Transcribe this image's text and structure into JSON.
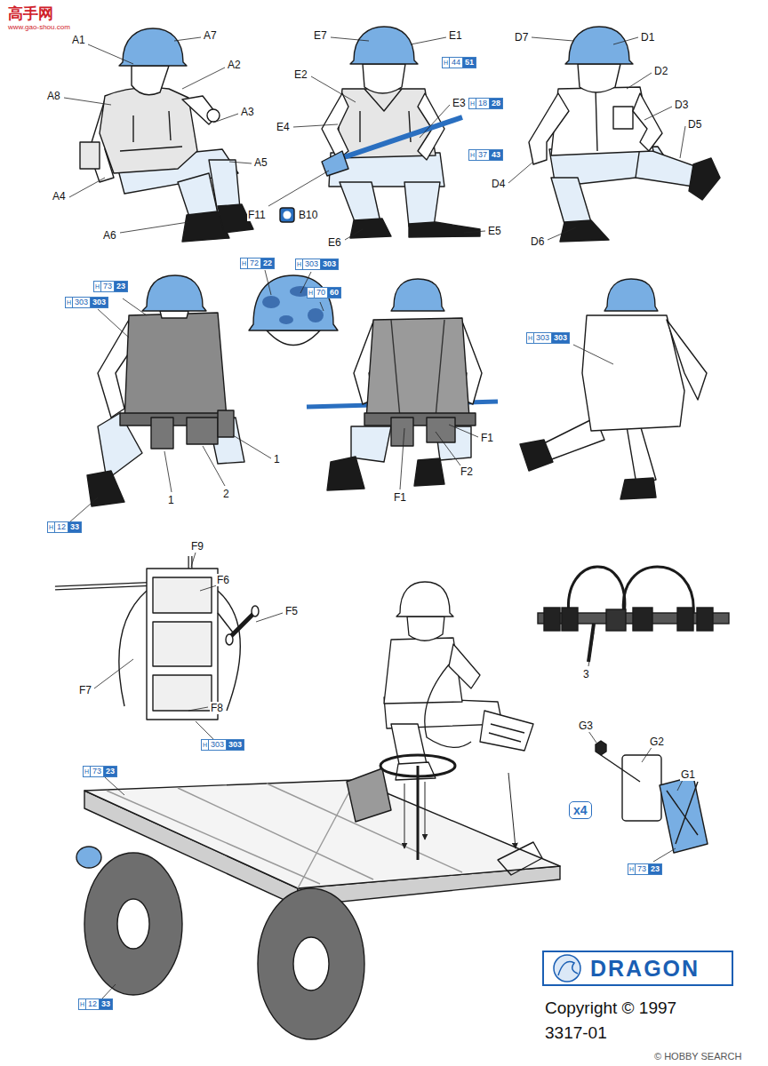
{
  "diagram": {
    "nodes": [
      {
        "text": [
          "H",
          "44",
          "51"
        ]
      },
      {
        "text": [
          "H",
          "18",
          "28"
        ]
      },
      {
        "text": [
          "H",
          "37",
          "43"
        ]
      },
      {
        "text": [
          "H",
          "72",
          "22"
        ]
      },
      {
        "text": [
          "H",
          "303",
          "303"
        ]
      },
      {
        "text": [
          "H",
          "73",
          "23"
        ]
      },
      {
        "text": [
          "H",
          "70",
          "60"
        ]
      },
      {
        "text": [
          "H",
          "303",
          "303"
        ]
      },
      {
        "text": [
          "H",
          "303",
          "303"
        ]
      },
      {
        "text": [
          "H",
          "12",
          "33"
        ]
      },
      {
        "text": [
          "H",
          "303",
          "303"
        ]
      },
      {
        "text": [
          "H",
          "73",
          "23"
        ]
      },
      {
        "text": [
          "x4"
        ]
      },
      {
        "text": [
          "H",
          "73",
          "23"
        ]
      },
      {
        "text": [
          "DRAGON"
        ]
      },
      {
        "text": [
          "H",
          "12",
          "33"
        ]
      }
    ],
    "labels": [
      "高手网",
      "www.gao-shou.com",
      "A1",
      "A7",
      "A2",
      "A8",
      "A3",
      "A5",
      "A4",
      "A6",
      "E7",
      "E1",
      "E2",
      "E3",
      "E4",
      "F11",
      "B10",
      "E6",
      "E5",
      "D7",
      "D1",
      "D2",
      "D3",
      "D5",
      "D4",
      "D6",
      "1",
      "1",
      "2",
      "F1",
      "F2",
      "F1",
      "F9",
      "F6",
      "F5",
      "F7",
      "F8",
      "3",
      "G3",
      "G2",
      "G1",
      "Copyright © 1997",
      "3317-01",
      "© HOBBY SEARCH"
    ]
  }
}
